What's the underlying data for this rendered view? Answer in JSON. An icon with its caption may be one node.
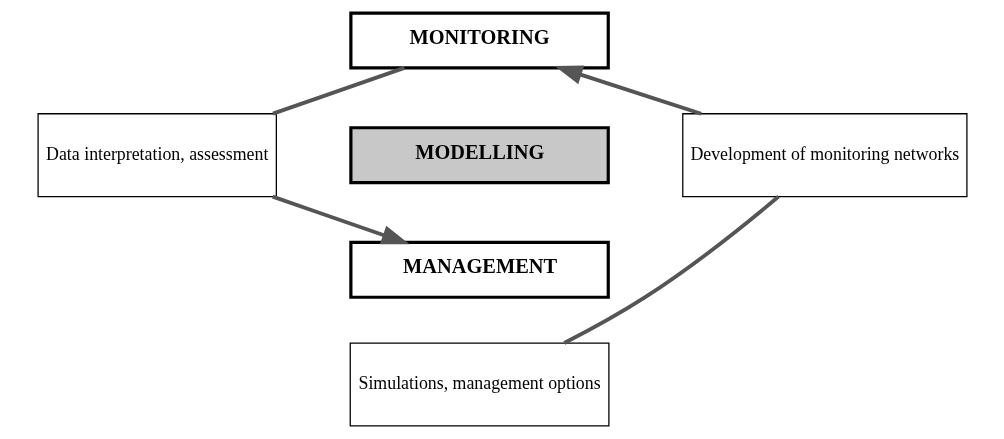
{
  "diagram": {
    "nodes": [
      {
        "text": [
          "MONITORING"
        ]
      },
      {
        "text": [
          "Data interpretation, assessment"
        ]
      },
      {
        "text": [
          "MODELLING"
        ]
      },
      {
        "text": [
          "Development of monitoring networks"
        ]
      },
      {
        "text": [
          "MANAGEMENT"
        ]
      },
      {
        "text": [
          "Simulations, management options"
        ]
      }
    ],
    "edges": [
      {
        "from": 0,
        "to": 1,
        "arrow": "none"
      },
      {
        "from": 1,
        "to": 4,
        "arrow": "to"
      },
      {
        "from": 5,
        "to": 3,
        "arrow": "none"
      },
      {
        "from": 3,
        "to": 0,
        "arrow": "to"
      }
    ]
  }
}
